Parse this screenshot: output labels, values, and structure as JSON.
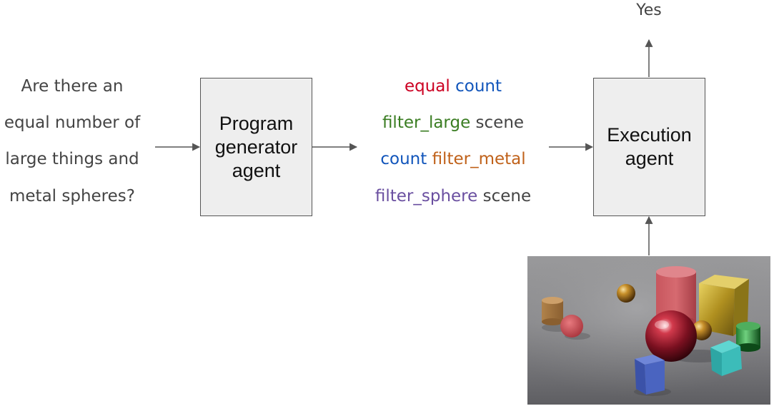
{
  "question": {
    "lines": [
      "Are there an",
      "equal number of",
      "large things and",
      "metal spheres?"
    ]
  },
  "program_generator": {
    "label_lines": [
      "Program",
      "generator",
      "agent"
    ]
  },
  "program": {
    "lines": [
      [
        {
          "text": "equal",
          "color": "#cc0022"
        },
        {
          "text": "count",
          "color": "#1155bb"
        }
      ],
      [
        {
          "text": "filter_large",
          "color": "#3a7d22"
        },
        {
          "text": "scene",
          "color": "#444444"
        }
      ],
      [
        {
          "text": "count",
          "color": "#1155bb"
        },
        {
          "text": "filter_metal",
          "color": "#c0621b"
        }
      ],
      [
        {
          "text": "filter_sphere",
          "color": "#6a4fa0"
        },
        {
          "text": "scene",
          "color": "#444444"
        }
      ]
    ]
  },
  "execution": {
    "label_lines": [
      "Execution",
      "agent"
    ]
  },
  "answer": "Yes",
  "scene_image": {
    "objects": [
      "brown cylinder",
      "red sphere",
      "gold metal sphere",
      "red cylinder",
      "gold metal cube",
      "red metal sphere",
      "small gold sphere",
      "green metal cylinder",
      "cyan cube",
      "blue cube"
    ]
  }
}
